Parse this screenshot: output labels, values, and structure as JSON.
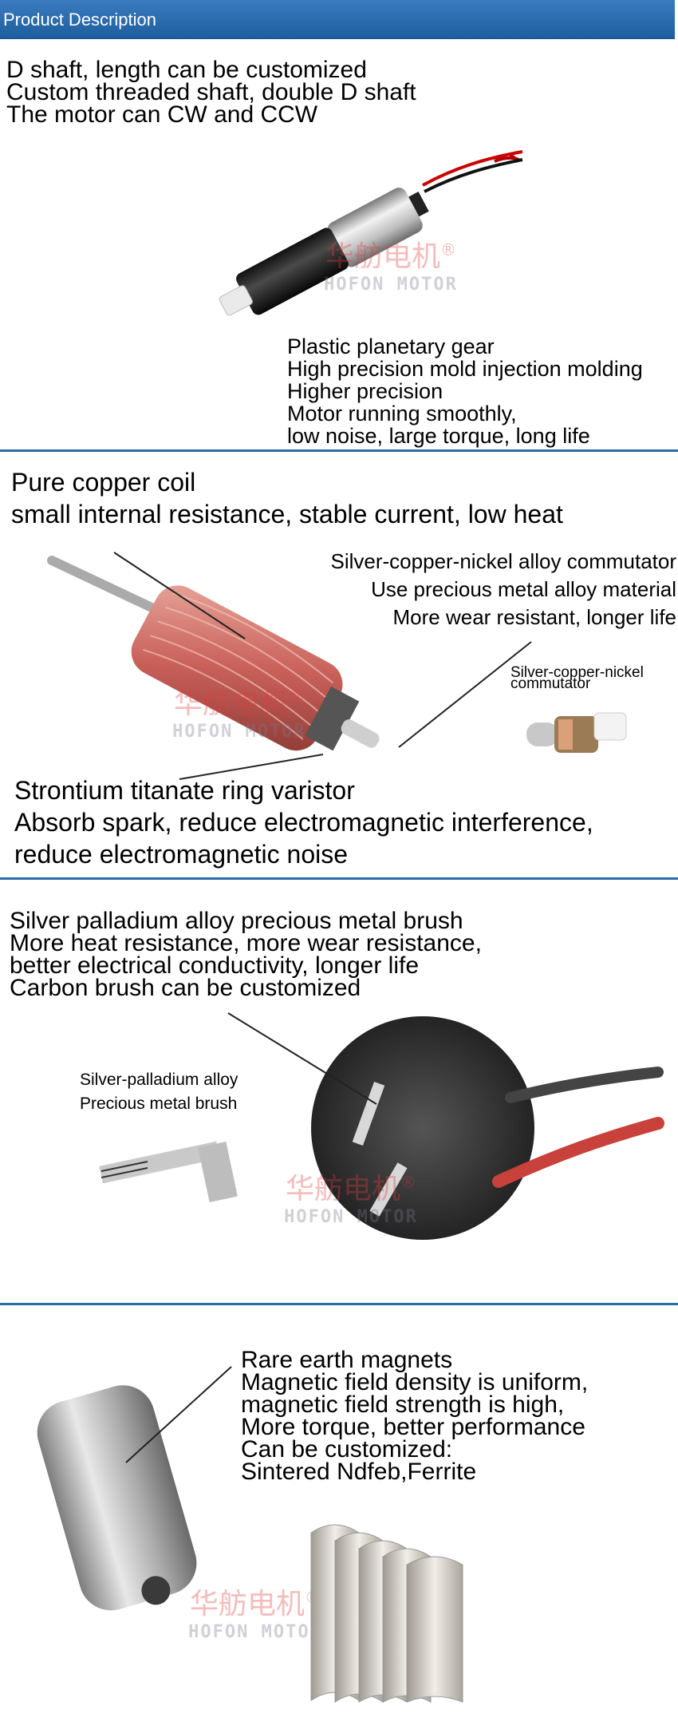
{
  "header": {
    "title": "Product Description"
  },
  "section1": {
    "lines_top": [
      "D shaft, length can be customized",
      "Custom threaded shaft, double D shaft",
      "The motor can CW and CCW"
    ],
    "lines_bottom": [
      "Plastic planetary gear",
      "High precision mold injection molding",
      "Higher precision",
      "Motor running smoothly,",
      "low noise, large torque, long life"
    ]
  },
  "section2": {
    "coil_lines": [
      "Pure copper coil",
      "small internal resistance, stable current, low heat"
    ],
    "commutator_lines": [
      "Silver-copper-nickel alloy commutator",
      "Use precious metal alloy material",
      "More wear resistant, longer life"
    ],
    "small_label": [
      "Silver-copper-nickel",
      "commutator"
    ],
    "varistor_lines": [
      "Strontium titanate ring varistor",
      "Absorb spark, reduce electromagnetic interference,",
      "reduce electromagnetic noise"
    ]
  },
  "section3": {
    "lines": [
      "Silver palladium alloy precious metal brush",
      "More heat resistance, more wear resistance,",
      "better electrical conductivity, longer life",
      "Carbon brush can be customized"
    ],
    "small_label": [
      "Silver-palladium alloy",
      "Precious metal brush"
    ]
  },
  "section4": {
    "lines": [
      "Rare earth magnets",
      "Magnetic field density is uniform,",
      "magnetic field strength is high,",
      "More torque, better performance",
      "Can be customized:",
      "Sintered Ndfeb,Ferrite"
    ]
  },
  "watermark": {
    "cn": "华舫电机",
    "en": "HOFON MOTOR",
    "reg": "®"
  }
}
